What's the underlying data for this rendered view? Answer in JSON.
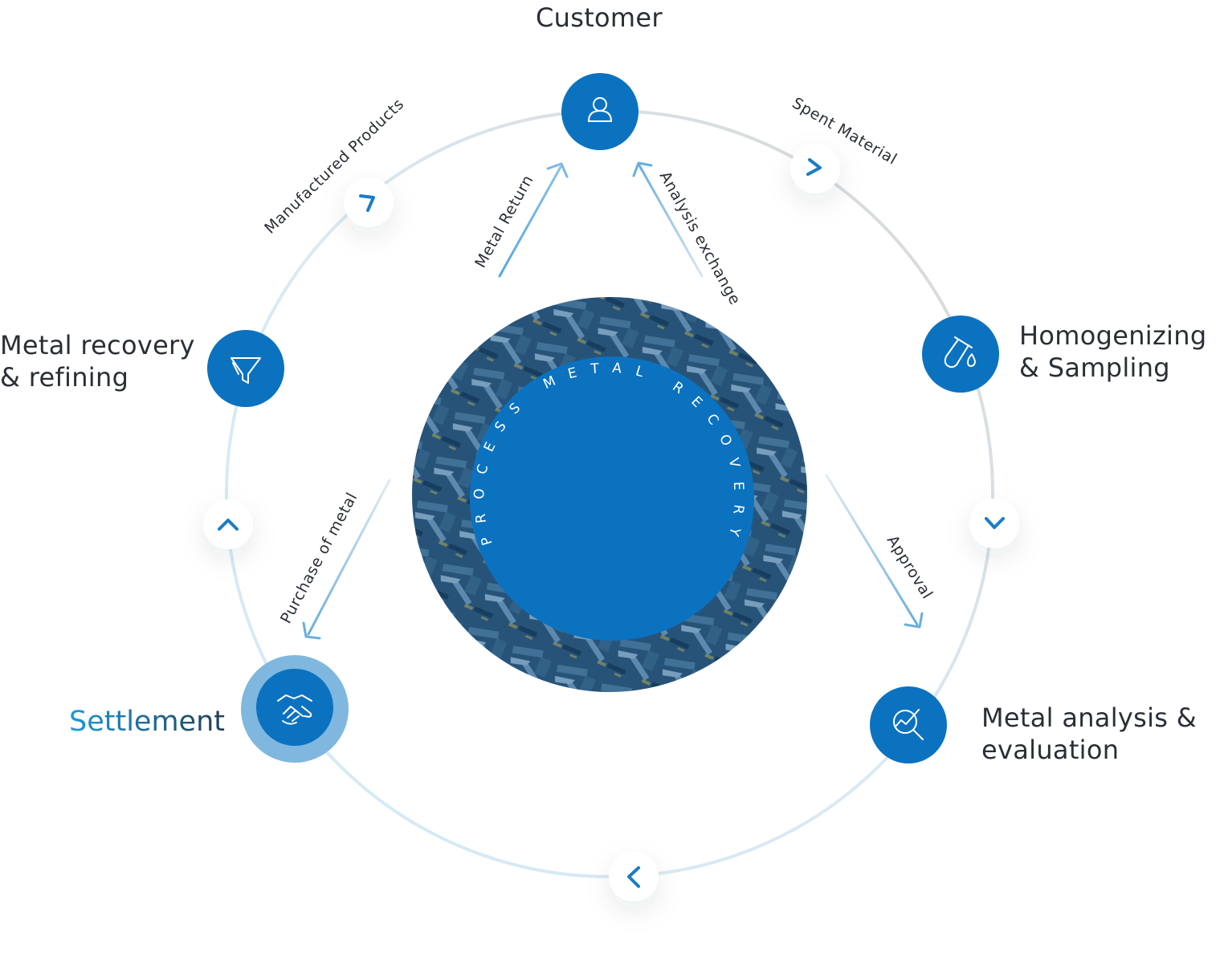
{
  "diagram": {
    "stages": {
      "customer": {
        "title": "Customer",
        "icon": "user-icon"
      },
      "homogenizing": {
        "line1": "Homogenizing",
        "line2": "& Sampling",
        "icon": "test-tube-icon"
      },
      "analysis": {
        "line1": "Metal analysis &",
        "line2": "evaluation",
        "icon": "magnifier-chart-icon"
      },
      "settlement": {
        "title": "Settlement",
        "icon": "handshake-icon"
      },
      "refining": {
        "line1": "Metal recovery",
        "line2": "& refining",
        "icon": "funnel-icon"
      }
    },
    "cycle_labels": {
      "manufactured_products": "Manufactured Products",
      "spent_material": "Spent Material"
    },
    "flows": {
      "metal_return": "Metal Return",
      "analysis_exchange": "Analysis exchange",
      "approval": "Approval",
      "purchase_of_metal": "Purchase of metal"
    },
    "center_text": "PROCESS METAL RECOVERY",
    "colors": {
      "primary": "#0b72c0",
      "active_ring": "#7fb7df",
      "settlement_gradient_start": "#1e9ad6",
      "settlement_gradient_end": "#1f3e55",
      "ring_light": "#d3e8f5",
      "ring_gray": "#d8d8d8",
      "arrow": "#6aaedc",
      "text": "#2a2f36"
    }
  }
}
